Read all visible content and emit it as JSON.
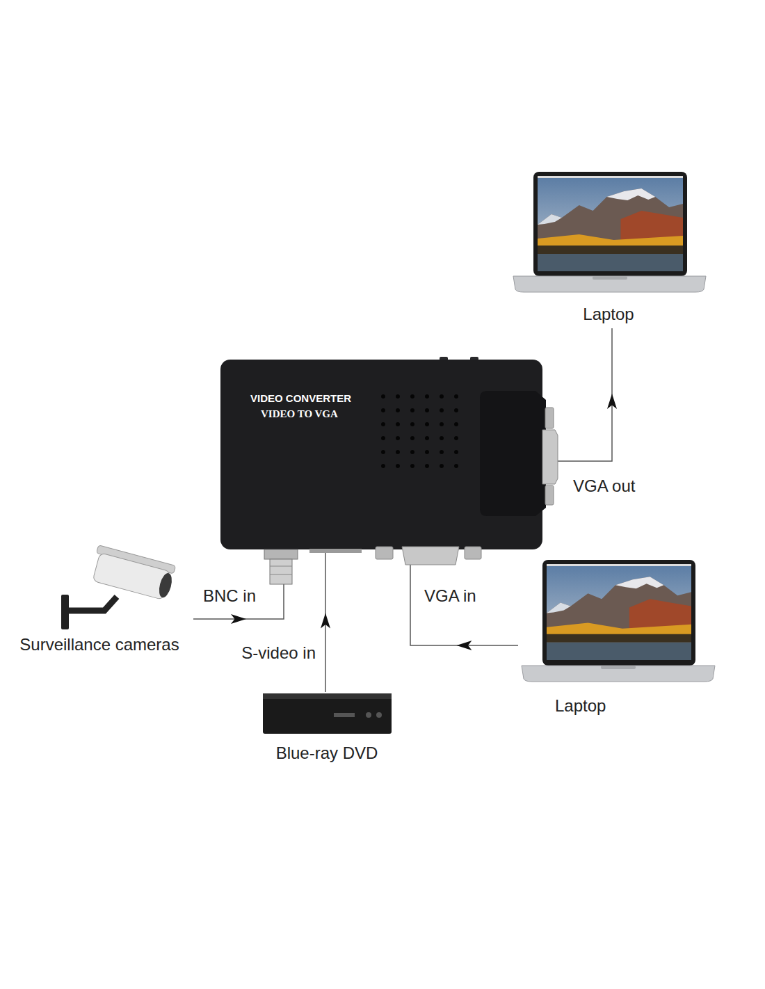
{
  "diagram": {
    "nodes": [
      {
        "text": [
          "Laptop"
        ]
      },
      {
        "text": [
          "VIDEO CONVERTER",
          "VIDEO TO VGA"
        ]
      },
      {
        "text": [
          "Surveillance cameras"
        ]
      },
      {
        "text": [
          "Laptop"
        ]
      },
      {
        "text": [
          "Blue-ray DVD"
        ]
      }
    ],
    "edges": [
      {
        "from": 1,
        "to": 0,
        "arrow": "to",
        "label": "VGA out"
      },
      {
        "from": 2,
        "to": 1,
        "arrow": "to",
        "label": "BNC in"
      },
      {
        "from": 4,
        "to": 1,
        "arrow": "to",
        "label": "S-video in"
      },
      {
        "from": 3,
        "to": 1,
        "arrow": "to",
        "label": "VGA in"
      }
    ]
  }
}
